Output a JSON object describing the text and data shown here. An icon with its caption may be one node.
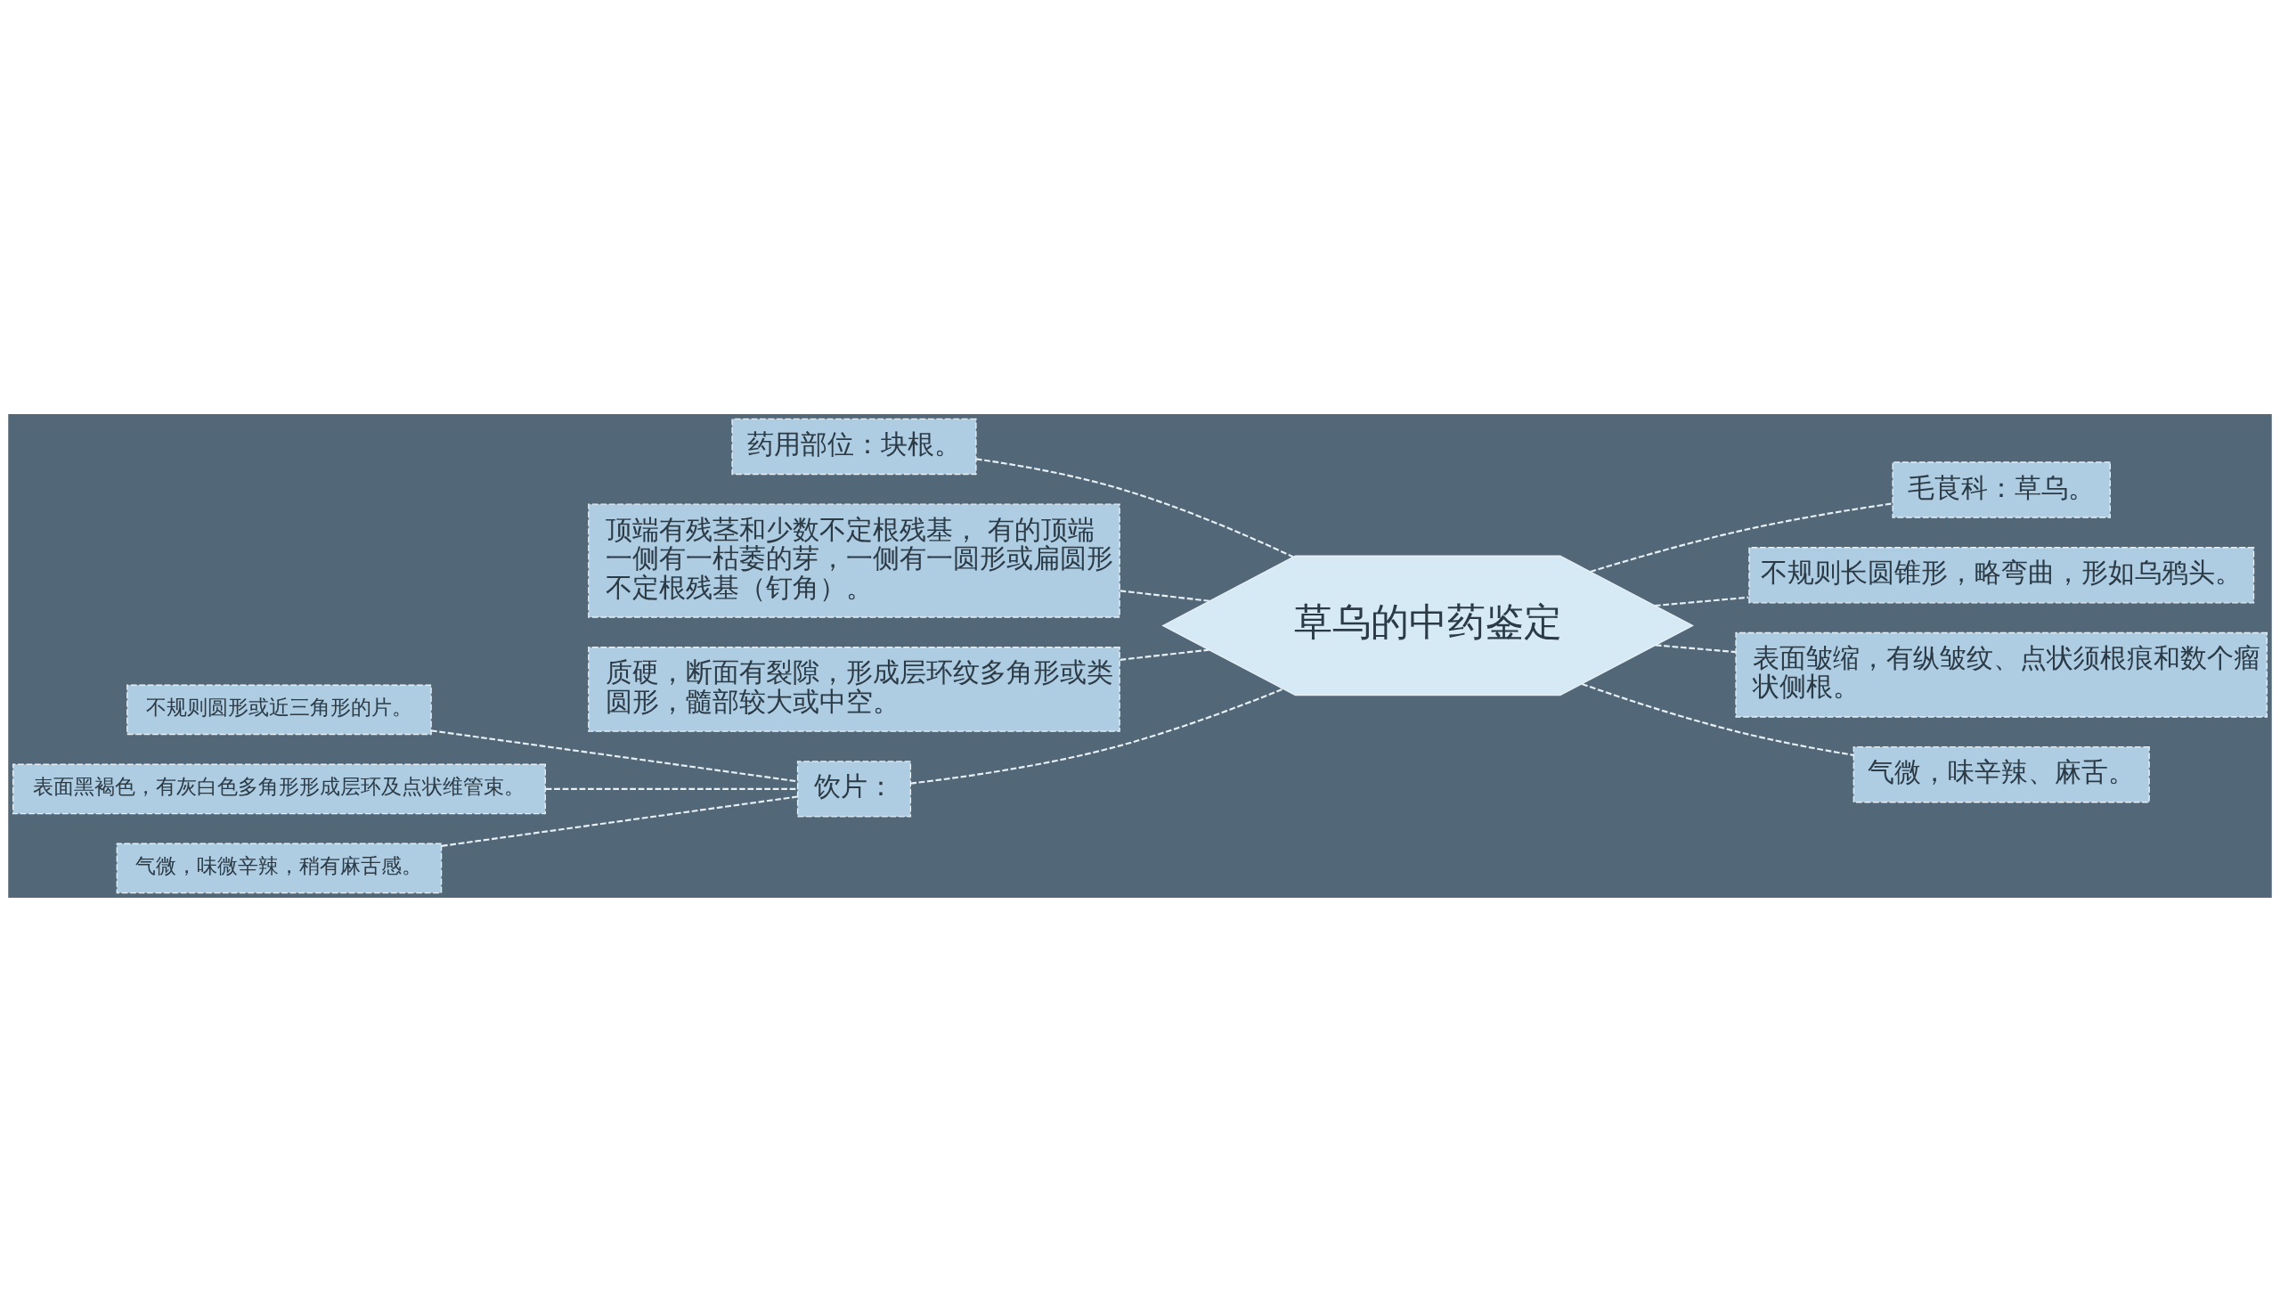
{
  "diagram": {
    "nodes": [
      {
        "text": [
          "草乌的中药鉴定"
        ]
      },
      {
        "text": [
          "药用部位：块根。"
        ]
      },
      {
        "text": [
          "顶端有残茎和少数不定根残基， 有的顶端一侧有一枯萎的芽，一侧有一圆形或扁圆形不定根残基（钉角）。"
        ]
      },
      {
        "text": [
          "质硬，断面有裂隙，形成层环纹多角形或类圆形，髓部较大或中空。"
        ]
      },
      {
        "text": [
          "饮片："
        ]
      },
      {
        "text": [
          "不规则圆形或近三角形的片。"
        ]
      },
      {
        "text": [
          "表面黑褐色，有灰白色多角形形成层环及点状维管束。"
        ]
      },
      {
        "text": [
          "气微，味微辛辣，稍有麻舌感。"
        ]
      },
      {
        "text": [
          "毛茛科：草乌。"
        ]
      },
      {
        "text": [
          "不规则长圆锥形，略弯曲，形如乌鸦头。"
        ]
      },
      {
        "text": [
          "表面皱缩，有纵皱纹、点状须根痕和数个瘤状侧根。"
        ]
      },
      {
        "text": [
          "气微，味辛辣、麻舌。"
        ]
      }
    ],
    "edges": [
      {
        "from": 1,
        "to": 0,
        "arrow": "none",
        "style": "dashed"
      },
      {
        "from": 2,
        "to": 0,
        "arrow": "none",
        "style": "dashed"
      },
      {
        "from": 3,
        "to": 0,
        "arrow": "none",
        "style": "dashed"
      },
      {
        "from": 4,
        "to": 0,
        "arrow": "none",
        "style": "dashed"
      },
      {
        "from": 5,
        "to": 4,
        "arrow": "none",
        "style": "dashed"
      },
      {
        "from": 6,
        "to": 4,
        "arrow": "none",
        "style": "dashed"
      },
      {
        "from": 7,
        "to": 4,
        "arrow": "none",
        "style": "dashed"
      },
      {
        "from": 0,
        "to": 8,
        "arrow": "none",
        "style": "dashed"
      },
      {
        "from": 0,
        "to": 9,
        "arrow": "none",
        "style": "dashed"
      },
      {
        "from": 0,
        "to": 10,
        "arrow": "none",
        "style": "dashed"
      },
      {
        "from": 0,
        "to": 11,
        "arrow": "none",
        "style": "dashed"
      }
    ]
  }
}
